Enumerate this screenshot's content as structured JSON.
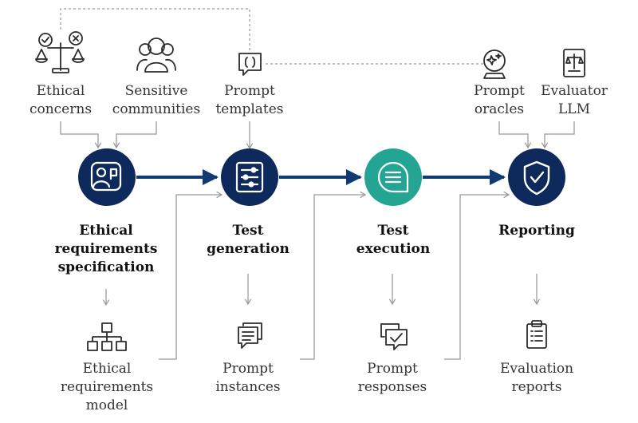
{
  "stages": [
    {
      "id": "spec",
      "lines": [
        "Ethical",
        "requirements",
        "specification"
      ]
    },
    {
      "id": "gen",
      "lines": [
        "Test",
        "generation"
      ]
    },
    {
      "id": "exec",
      "lines": [
        "Test",
        "execution"
      ]
    },
    {
      "id": "rep",
      "lines": [
        "Reporting"
      ]
    }
  ],
  "inputs": [
    {
      "id": "ethical-concerns",
      "lines": [
        "Ethical",
        "concerns"
      ]
    },
    {
      "id": "sensitive-communities",
      "lines": [
        "Sensitive",
        "communities"
      ]
    },
    {
      "id": "prompt-templates",
      "lines": [
        "Prompt",
        "templates"
      ]
    },
    {
      "id": "prompt-oracles",
      "lines": [
        "Prompt",
        "oracles"
      ]
    },
    {
      "id": "evaluator-llm",
      "lines": [
        "Evaluator",
        "LLM"
      ]
    }
  ],
  "outputs": [
    {
      "id": "ethical-requirements-model",
      "lines": [
        "Ethical",
        "requirements",
        "model"
      ]
    },
    {
      "id": "prompt-instances",
      "lines": [
        "Prompt",
        "instances"
      ]
    },
    {
      "id": "prompt-responses",
      "lines": [
        "Prompt",
        "responses"
      ]
    },
    {
      "id": "evaluation-reports",
      "lines": [
        "Evaluation",
        "reports"
      ]
    }
  ],
  "icons": {
    "ethical-concerns": "balance-scale-icon",
    "sensitive-communities": "group-people-icon",
    "prompt-templates": "code-bubble-icon",
    "prompt-oracles": "crystal-ball-icon",
    "evaluator-llm": "document-scale-icon",
    "spec": "person-document-icon",
    "gen": "sliders-document-icon",
    "exec": "chat-lines-icon",
    "rep": "shield-check-icon",
    "ethical-requirements-model": "hierarchy-icon",
    "prompt-instances": "message-stack-icon",
    "prompt-responses": "message-check-icon",
    "evaluation-reports": "clipboard-list-icon"
  },
  "colors": {
    "stage_fill": "#0e2a5c",
    "execution_fill": "#24a593",
    "arrow": "#103a72",
    "connector": "#9a9a9a",
    "icon_stroke": "#2b2b2b"
  }
}
